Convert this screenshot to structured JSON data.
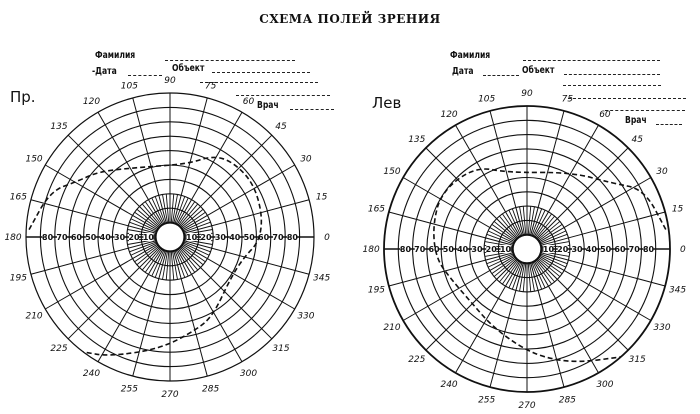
{
  "title": "СХЕМА ПОЛЕЙ ЗРЕНИЯ",
  "form": {
    "left": {
      "surname_label": "Фамилия",
      "date_label": "-Дата",
      "object_label": "Объект",
      "doctor_label": "Врач",
      "eye_label": "Пр."
    },
    "right": {
      "surname_label": "Фамилия",
      "date_label": "Дата",
      "object_label": "Объект",
      "doctor_label": "Врач",
      "eye_label": "Лев"
    }
  },
  "chart_data": [
    {
      "type": "polar",
      "name": "right-eye",
      "title": "Пр.",
      "angle_labels": [
        "0",
        "15",
        "30",
        "45",
        "60",
        "75",
        "90",
        "105",
        "120",
        "135",
        "150",
        "165",
        "180",
        "195",
        "210",
        "225",
        "240",
        "255",
        "270",
        "285",
        "300",
        "315",
        "330",
        "345"
      ],
      "ring_labels": [
        "10",
        "20",
        "30",
        "40",
        "50",
        "60",
        "70",
        "80"
      ],
      "radial_range": [
        0,
        100
      ],
      "boundary": [
        {
          "segments": [
            [
              [
                177,
                98
              ],
              [
                159,
                89
              ],
              [
                149,
                75
              ],
              [
                137,
                67
              ],
              [
                111,
                52
              ],
              [
                77,
                52
              ],
              [
                62,
                64
              ],
              [
                50,
                68
              ],
              [
                33,
                69
              ],
              [
                13,
                66
              ],
              [
                357,
                62
              ],
              [
                344,
                53
              ],
              [
                325,
                51
              ],
              [
                299,
                62
              ],
              [
                286,
                67
              ],
              [
                265,
                78
              ],
              [
                243,
                93
              ],
              [
                233,
                100
              ]
            ]
          ]
        }
      ]
    },
    {
      "type": "polar",
      "name": "left-eye",
      "title": "Лев",
      "angle_labels": [
        "0",
        "15",
        "30",
        "45",
        "60",
        "75",
        "90",
        "105",
        "120",
        "135",
        "150",
        "165",
        "180",
        "195",
        "210",
        "225",
        "240",
        "255",
        "270",
        "285",
        "300",
        "315",
        "330",
        "345"
      ],
      "ring_labels": [
        "10",
        "20",
        "30",
        "40",
        "50",
        "60",
        "70",
        "80"
      ],
      "radial_range": [
        0,
        100
      ],
      "boundary": [
        {
          "segments": [
            [
              [
                8,
                98
              ],
              [
                27,
                92
              ],
              [
                38,
                75
              ],
              [
                60,
                62
              ],
              [
                104,
                55
              ],
              [
                122,
                68
              ],
              [
                146,
                72
              ],
              [
                166,
                68
              ],
              [
                186,
                64
              ],
              [
                202,
                57
              ],
              [
                224,
                54
              ],
              [
                245,
                59
              ],
              [
                265,
                68
              ],
              [
                279,
                77
              ],
              [
                294,
                87
              ],
              [
                311,
                100
              ]
            ]
          ]
        }
      ]
    }
  ]
}
